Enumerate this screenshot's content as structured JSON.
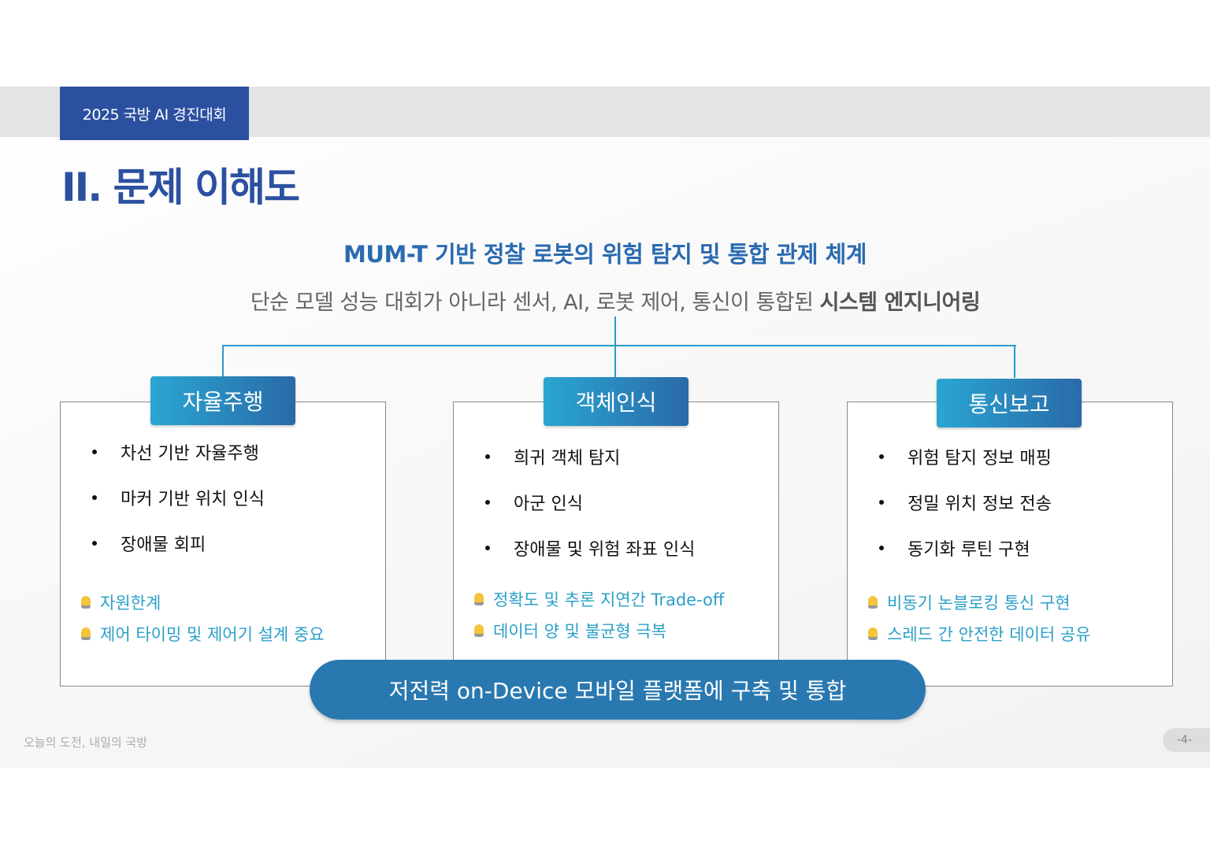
{
  "header": {
    "tag": "2025 국방 AI 경진대회",
    "title": "II. 문제 이해도"
  },
  "main": {
    "subtitle": "MUM-T 기반 정찰 로봇의 위험 탐지 및 통합 관제 체계",
    "description": "단순 모델 성능 대회가 아니라 센서, AI, 로봇 제어, 통신이 통합된 ",
    "description_bold": "시스템 엔지니어링",
    "cards": [
      {
        "title": "자율주행",
        "items": [
          "차선 기반 자율주행",
          "마커 기반 위치 인식",
          "장애물 회피"
        ],
        "tips": [
          "자원한계",
          "제어 타이밍 및 제어기 설계 중요"
        ]
      },
      {
        "title": "객체인식",
        "items": [
          "희귀 객체 탐지",
          "아군 인식",
          "장애물 및 위험 좌표 인식"
        ],
        "tips": [
          "정확도 및 추론 지연간 Trade-off",
          "데이터 양 및 불균형 극복"
        ]
      },
      {
        "title": "통신보고",
        "items": [
          "위험 탐지 정보 매핑",
          "정밀 위치 정보 전송",
          "동기화 루틴 구현"
        ],
        "tips": [
          "비동기 논블로킹 통신 구현",
          "스레드 간 안전한 데이터 공유"
        ]
      }
    ],
    "bottom": "저전력 on-Device 모바일 플랫폼에 구축 및 통합"
  },
  "footer": {
    "slogan": "오늘의 도전, 내일의 국방",
    "page": "-4-"
  },
  "colors": {
    "brand": "#2b50a0",
    "accent": "#2a9ccb",
    "pill": "#2a78b0"
  }
}
